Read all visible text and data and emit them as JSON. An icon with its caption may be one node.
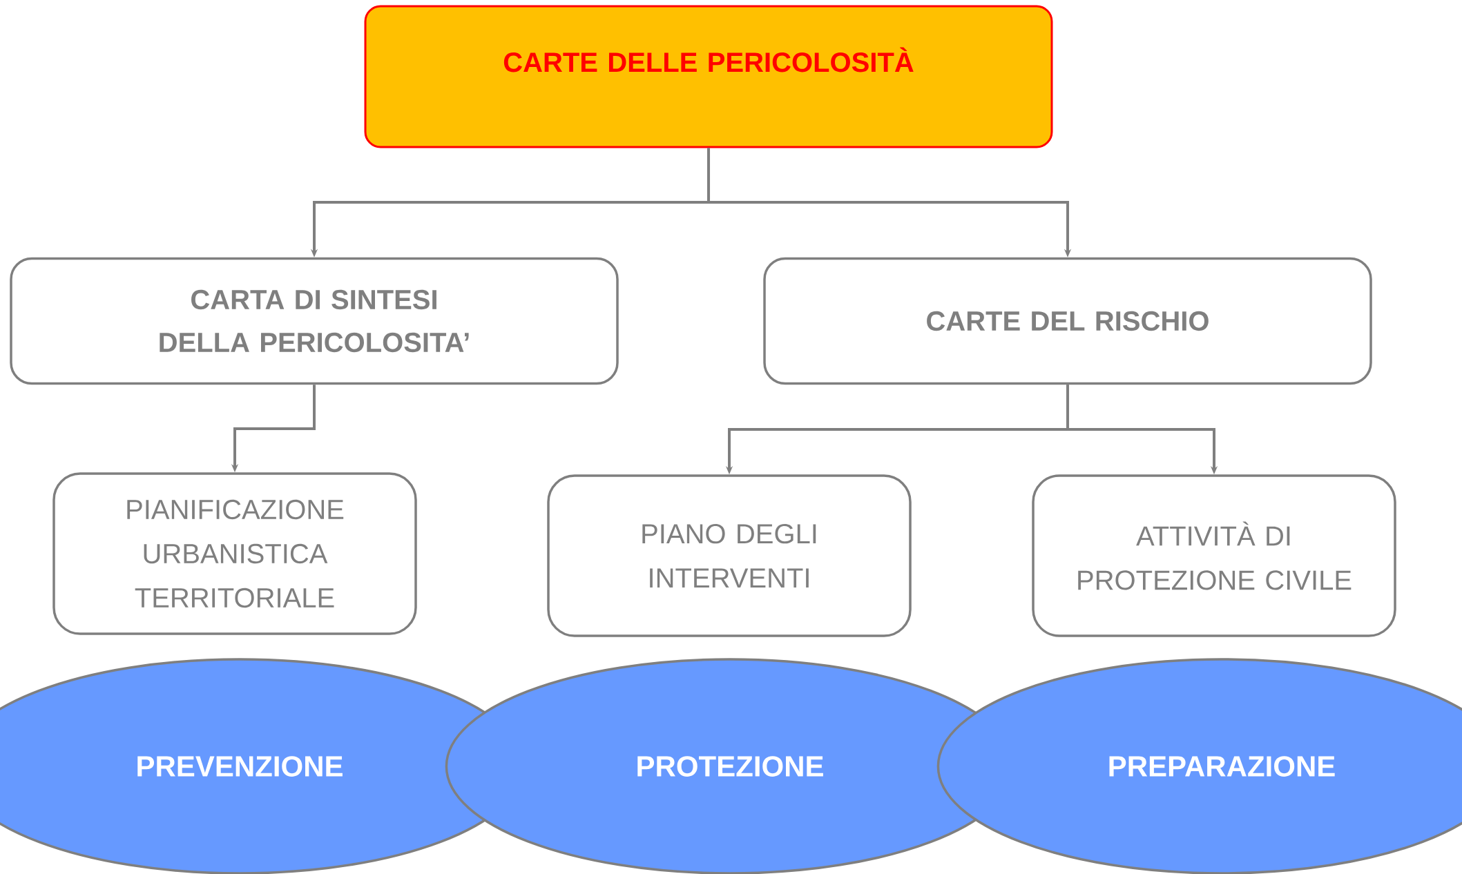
{
  "diagram": {
    "nodes": [
      {
        "text": [
          "CARTE DELLE PERICOLOSITÀ"
        ]
      },
      {
        "text": [
          "CARTA DI SINTESI DELLA PERICOLOSITA’"
        ]
      },
      {
        "text": [
          "CARTE DEL RISCHIO"
        ]
      },
      {
        "text": [
          "PIANIFICAZIONE URBANISTICA TERRITORIALE"
        ]
      },
      {
        "text": [
          "PIANO DEGLI INTERVENTI"
        ]
      },
      {
        "text": [
          "ATTIVITÀ DI PROTEZIONE CIVILE"
        ]
      },
      {
        "text": [
          "PREVENZIONE"
        ]
      },
      {
        "text": [
          "PROTEZIONE"
        ]
      },
      {
        "text": [
          "PREPARAZIONE"
        ]
      }
    ],
    "edges": [
      {
        "from": 0,
        "to": 1,
        "arrow": "to"
      },
      {
        "from": 0,
        "to": 2,
        "arrow": "to"
      },
      {
        "from": 1,
        "to": 3,
        "arrow": "to"
      },
      {
        "from": 2,
        "to": 4,
        "arrow": "to"
      },
      {
        "from": 2,
        "to": 5,
        "arrow": "to"
      }
    ]
  }
}
